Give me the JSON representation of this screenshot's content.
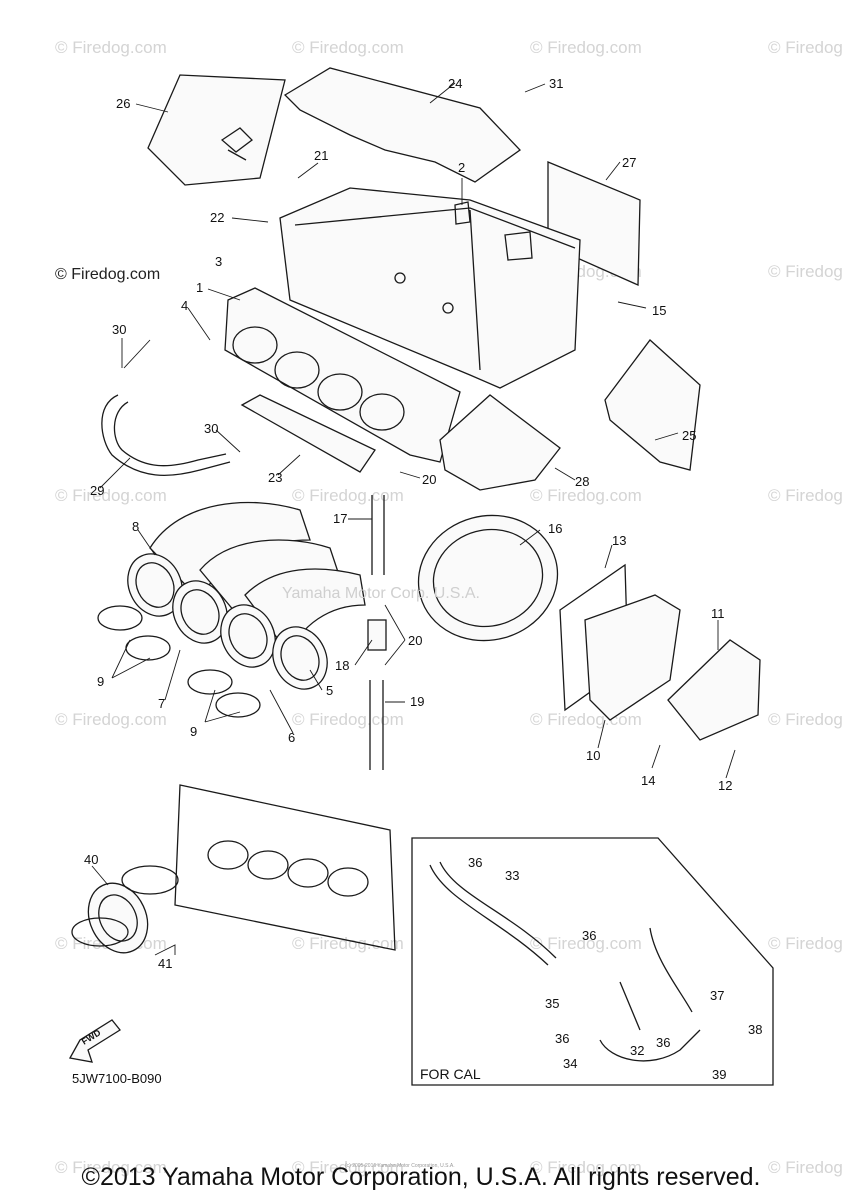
{
  "watermark_text": "© Firedog.com",
  "firedog_label": "© Firedog.com",
  "center_watermark": "Yamaha Motor Corp. U.S.A.",
  "diagram_code": "5JW7100-B090",
  "inset_label": "FOR CAL",
  "fwd_label": "FWD",
  "copyright": "©2013 Yamaha Motor Corporation, U.S.A. All rights reserved.",
  "tiny_note": "(c) 2005-2016 Yamaha Motor Corporation, U.S.A.",
  "callouts": [
    "1",
    "2",
    "3",
    "4",
    "5",
    "6",
    "7",
    "8",
    "9",
    "9",
    "10",
    "11",
    "12",
    "13",
    "14",
    "15",
    "16",
    "17",
    "18",
    "19",
    "20",
    "20",
    "21",
    "22",
    "23",
    "24",
    "25",
    "26",
    "27",
    "28",
    "29",
    "30",
    "30",
    "31",
    "32",
    "33",
    "34",
    "35",
    "36",
    "36",
    "36",
    "36",
    "37",
    "38",
    "39",
    "40",
    "41"
  ]
}
